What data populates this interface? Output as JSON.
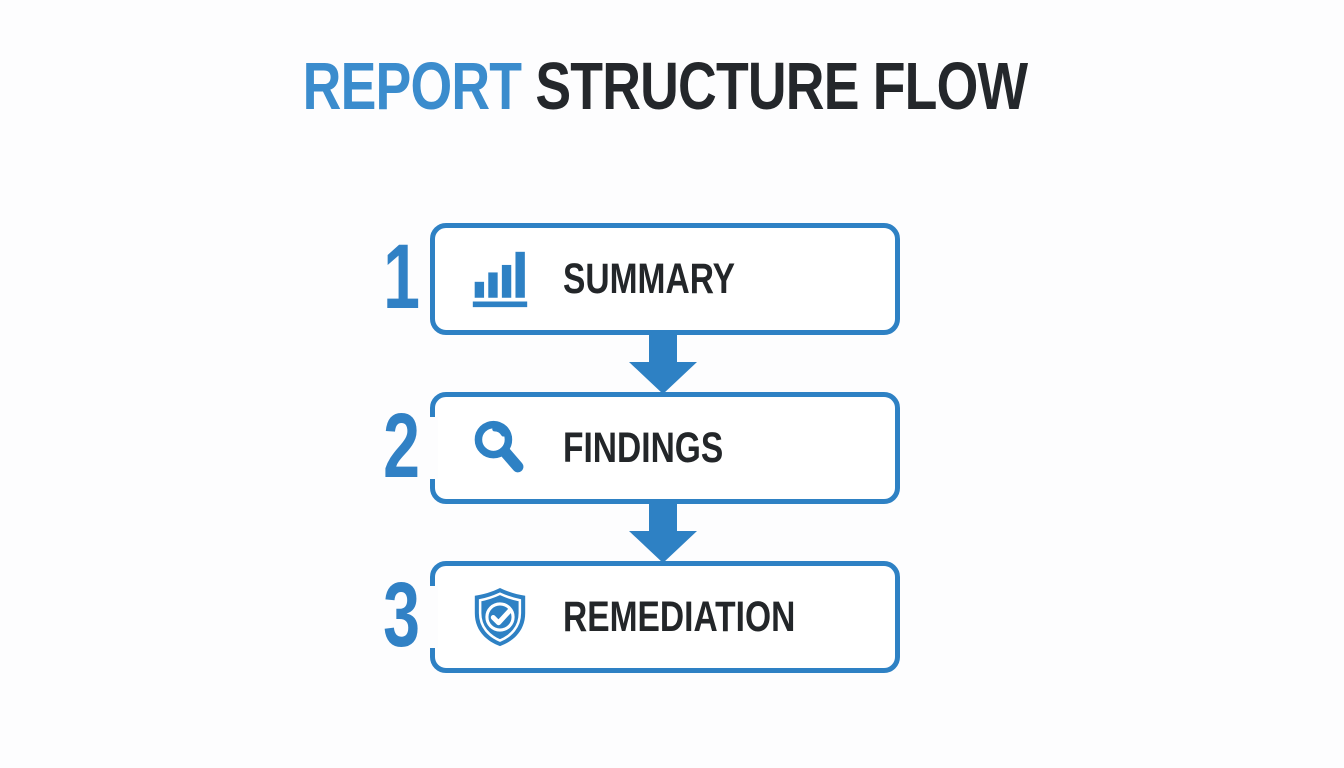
{
  "title": {
    "highlight": "REPORT",
    "rest": " STRUCTURE FLOW"
  },
  "colors": {
    "accent_blue": "#2e81c4",
    "title_highlight_blue": "#3b8ccd",
    "text_dark": "#24272b",
    "background": "#fdfdfe",
    "box_fill": "#ffffff"
  },
  "steps": [
    {
      "number": "1",
      "label": "SUMMARY",
      "icon": "bar-chart-icon"
    },
    {
      "number": "2",
      "label": "FINDINGS",
      "icon": "magnifier-icon"
    },
    {
      "number": "3",
      "label": "REMEDIATION",
      "icon": "shield-check-icon"
    }
  ],
  "connectors": [
    {
      "type": "arrow-down",
      "from": "SUMMARY",
      "to": "FINDINGS"
    },
    {
      "type": "arrow-down",
      "from": "FINDINGS",
      "to": "REMEDIATION"
    }
  ]
}
